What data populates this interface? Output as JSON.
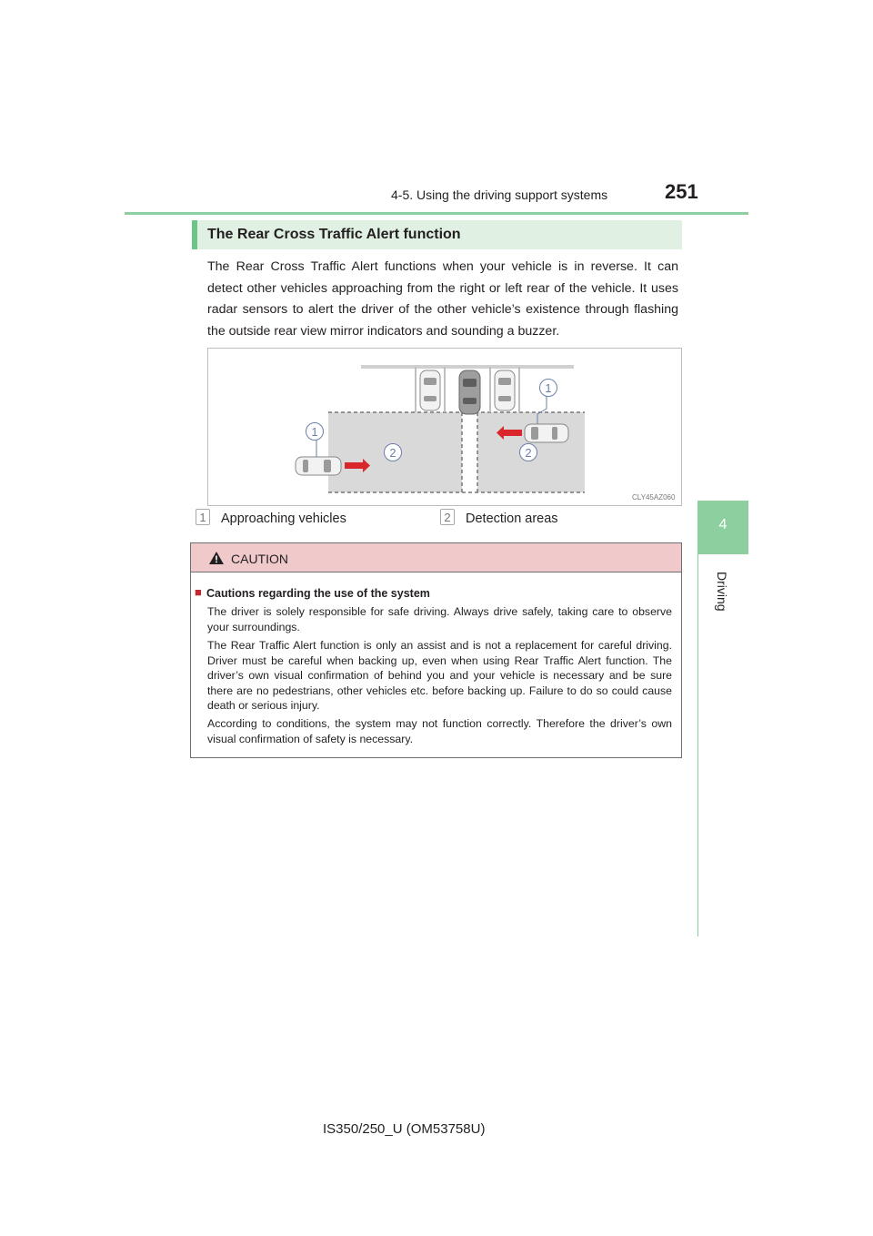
{
  "header": {
    "section_title": "4-5. Using the driving support systems",
    "page_number": "251"
  },
  "side_tab": {
    "chapter_number": "4",
    "chapter_label": "Driving"
  },
  "section": {
    "title": "The Rear Cross Traffic Alert function",
    "body": "The Rear Cross Traffic Alert functions when your vehicle is in reverse. It can detect other vehicles approaching from the right or left rear of the vehicle. It uses radar sensors to alert the driver of the other vehicle’s existence through flashing the outside rear view mirror indicators and sounding a buzzer."
  },
  "figure": {
    "code": "CLY45AZ060",
    "callouts": [
      "1",
      "2",
      "1",
      "2"
    ],
    "colors": {
      "detection_area": "#d9d9d9",
      "arrow": "#d9262b",
      "callout": "#6b7fa8"
    }
  },
  "legend": [
    {
      "number": "1",
      "label": "Approaching vehicles"
    },
    {
      "number": "2",
      "label": "Detection areas"
    }
  ],
  "caution": {
    "heading": "CAUTION",
    "bullet": "■",
    "title": "Cautions regarding the use of the system",
    "paragraphs": [
      "The driver is solely responsible for safe driving. Always drive safely, taking care to observe your surroundings.",
      "The Rear Traffic Alert function is only an assist and is not a replacement for careful driving. Driver must be careful when backing up, even when using Rear Traffic Alert function. The driver’s own visual confirmation of behind you and your vehicle is necessary and be sure there are no pedestrians, other vehicles etc. before backing up. Failure to do so could cause death or serious injury.",
      "According to conditions, the system may not function correctly. Therefore the driver’s own visual confirmation of safety is necessary."
    ]
  },
  "footer": {
    "model_code": "IS350/250_U (OM53758U)"
  }
}
